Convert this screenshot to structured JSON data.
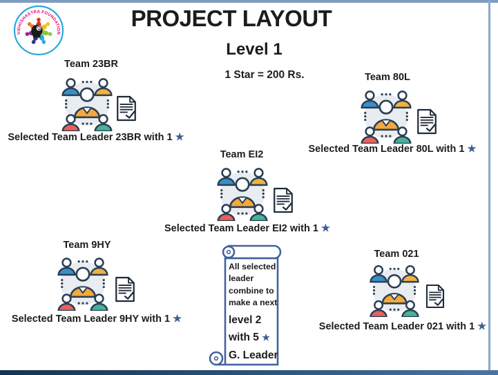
{
  "page": {
    "title": "PROJECT LAYOUT",
    "subtitle": "Level 1",
    "note": "1 Star = 200 Rs."
  },
  "logo": {
    "arc_text": "VIDHISHASTRA FOUNDATION"
  },
  "teams": [
    {
      "name": "Team 23BR",
      "caption": "Selected Team Leader 23BR with 1",
      "star": "★"
    },
    {
      "name": "Team 80L",
      "caption": "Selected Team Leader 80L with 1",
      "star": "★"
    },
    {
      "name": "Team EI2",
      "caption": "Selected Team Leader EI2 with 1",
      "star": "★"
    },
    {
      "name": "Team 9HY",
      "caption": "Selected Team Leader 9HY with 1",
      "star": "★"
    },
    {
      "name": "Team 021",
      "caption": "Selected Team Leader 021 with 1",
      "star": "★"
    }
  ],
  "scroll_note": {
    "intro": "All selected leader combine to make a next",
    "line1": "level 2",
    "line2": "with 5",
    "star": "★",
    "line3": "G. Leader"
  },
  "colors": {
    "star_blue": "#3e5e92",
    "scroll_outline": "#43639f",
    "border_light_blue": "#7e9cc0",
    "bottom_bar_navy": "#17344f",
    "icon_bg_gray": "#e9ecf0",
    "icon_outline": "#2a3f55",
    "person_blue": "#3a8fc5",
    "person_orange": "#f2b23f",
    "person_red": "#e8615a",
    "person_teal": "#46b394",
    "leader_orange": "#f5a83c",
    "logo_text_pink": "#e5007e",
    "logo_ring_blue": "#29a8e0"
  }
}
